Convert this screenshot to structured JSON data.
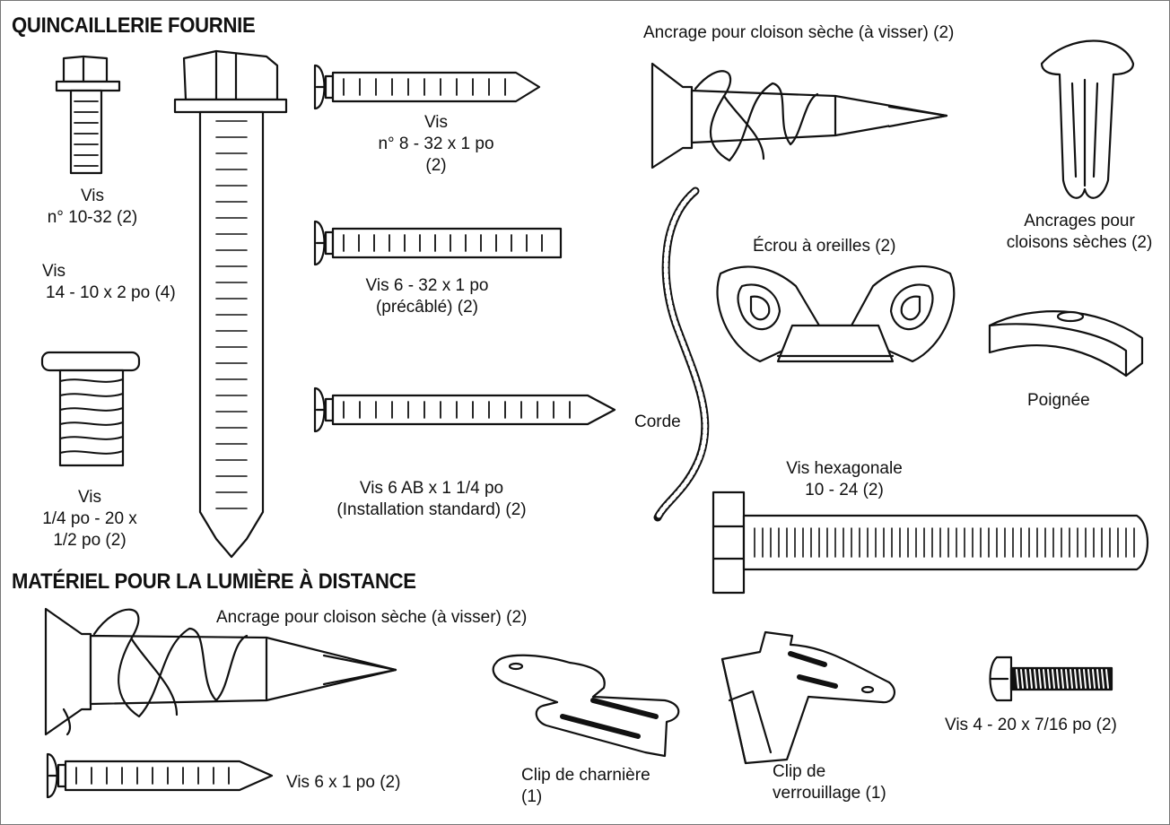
{
  "sections": {
    "supplied_hardware": "QUINCAILLERIE FOURNIE",
    "remote_light_hardware": "MATÉRIEL POUR LA LUMIÈRE À DISTANCE"
  },
  "labels": {
    "screw_10_32": [
      "Vis",
      "n° 10-32 (2)"
    ],
    "screw_14_10": [
      "Vis",
      "14 - 10 x 2 po (4)"
    ],
    "screw_quarter_20": [
      "Vis",
      "1/4 po - 20 x",
      "1/2 po (2)"
    ],
    "screw_8_32": [
      "Vis",
      "n° 8 - 32 x 1 po",
      "(2)"
    ],
    "screw_6_32": [
      "Vis 6 - 32 x 1 po",
      "(précâblé) (2)"
    ],
    "screw_6ab": [
      "Vis 6 AB x 1 1/4 po",
      "(Installation standard) (2)"
    ],
    "drywall_anchor_screw_top": "Ancrage pour cloison sèche (à visser) (2)",
    "drywall_anchors": [
      "Ancrages pour",
      "cloisons sèches (2)"
    ],
    "wing_nut": "Écrou à oreilles (2)",
    "cord": "Corde",
    "handle": "Poignée",
    "hex_screw": [
      "Vis hexagonale",
      "10 - 24 (2)"
    ],
    "drywall_anchor_screw_bottom": "Ancrage pour cloison sèche (à visser) (2)",
    "screw_6x1": "Vis 6 x 1 po (2)",
    "hinge_clip": [
      "Clip de charnière",
      "(1)"
    ],
    "lock_clip": [
      "Clip de",
      "verrouillage (1)"
    ],
    "screw_4_20": "Vis 4 - 20 x 7/16 po (2)"
  },
  "colors": {
    "ink": "#111111",
    "border": "#777777",
    "background": "#ffffff"
  }
}
